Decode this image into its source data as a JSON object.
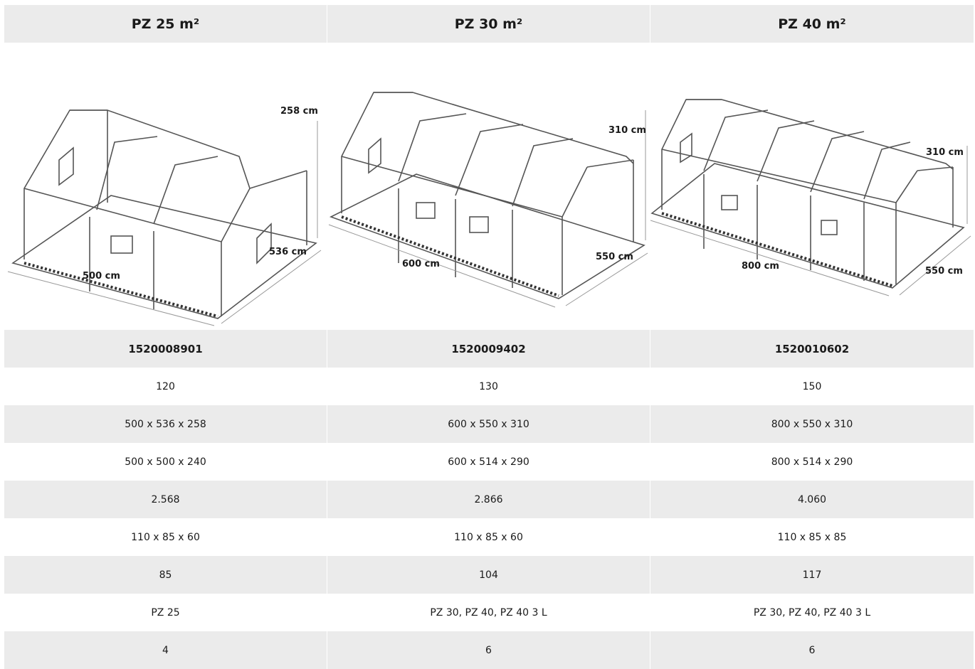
{
  "models": [
    {
      "title": "PZ 25 m²",
      "dims": {
        "length": "500 cm",
        "width": "536 cm",
        "height": "258 cm"
      },
      "rows": [
        "1520008901",
        "120",
        "500 x 536 x 258",
        "500 x 500 x 240",
        "2.568",
        "110 x 85 x 60",
        "85",
        "PZ 25",
        "4"
      ]
    },
    {
      "title": "PZ 30 m²",
      "dims": {
        "length": "600 cm",
        "width": "550 cm",
        "height": "310 cm"
      },
      "rows": [
        "1520009402",
        "130",
        "600 x 550 x 310",
        "600 x 514 x 290",
        "2.866",
        "110 x 85 x 60",
        "104",
        "PZ 30, PZ 40, PZ 40 3 L",
        "6"
      ]
    },
    {
      "title": "PZ 40 m²",
      "dims": {
        "length": "800 cm",
        "width": "550 cm",
        "height": "310 cm"
      },
      "rows": [
        "1520010602",
        "150",
        "800 x 550 x 310",
        "800 x 514 x 290",
        "4.060",
        "110 x 85 x 85",
        "117",
        "PZ 30, PZ 40, PZ 40 3 L",
        "6"
      ]
    }
  ]
}
